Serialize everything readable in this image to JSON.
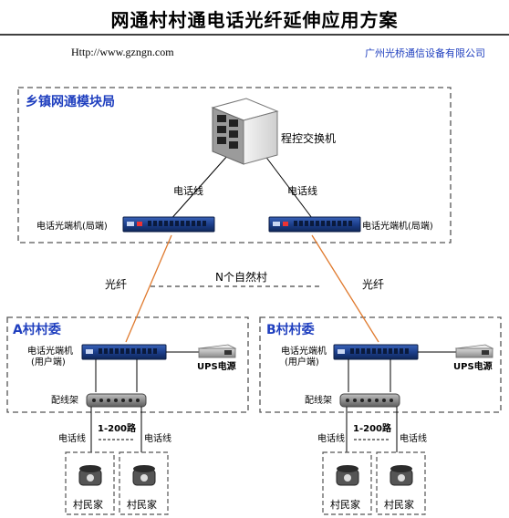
{
  "title": "网通村村通电话光纤延伸应用方案",
  "website": "Http://www.gzngn.com",
  "company": "广州光桥通信设备有限公司",
  "central_office": {
    "box_label": "乡镇网通模块局",
    "exchange_label": "程控交换机",
    "phone_line_left": "电话线",
    "phone_line_right": "电话线",
    "terminal_left_label": "电话光端机(局端)",
    "terminal_right_label": "电话光端机(局端)"
  },
  "fiber_left": "光纤",
  "fiber_right": "光纤",
  "villages_note": "N个自然村",
  "village_a": {
    "box_label": "A村村委",
    "terminal_label_1": "电话光端机",
    "terminal_label_2": "(用户端)",
    "ups_label": "UPS电源",
    "patch_label": "配线架",
    "range_label": "1-200路",
    "line_left": "电话线",
    "line_right": "电话线",
    "home_left": "村民家",
    "home_right": "村民家"
  },
  "village_b": {
    "box_label": "B村村委",
    "terminal_label_1": "电话光端机",
    "terminal_label_2": "(用户端)",
    "ups_label": "UPS电源",
    "patch_label": "配线架",
    "range_label": "1-200路",
    "line_left": "电话线",
    "line_right": "电话线",
    "home_left": "村民家",
    "home_right": "村民家"
  },
  "colors": {
    "fiber": "#e07a2e",
    "accent_text": "#1f3fbf",
    "device_blue": "#1c3f8c"
  }
}
